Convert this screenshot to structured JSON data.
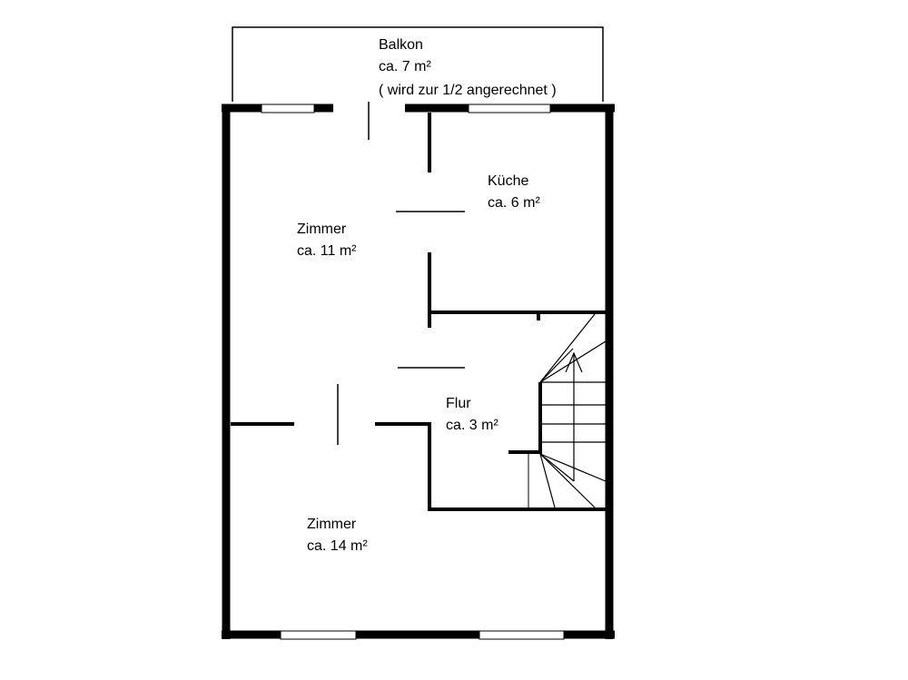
{
  "colors": {
    "wall": "#000000",
    "background": "#ffffff"
  },
  "rooms": {
    "balkon": {
      "name": "Balkon",
      "area": "ca. 7 m²",
      "note": "( wird zur 1/2 angerechnet )"
    },
    "kueche": {
      "name": "Küche",
      "area": "ca. 6 m²"
    },
    "zimmer_top": {
      "name": "Zimmer",
      "area": "ca. 11 m²"
    },
    "flur": {
      "name": "Flur",
      "area": "ca. 3 m²"
    },
    "zimmer_bottom": {
      "name": "Zimmer",
      "area": "ca. 14 m²"
    }
  }
}
